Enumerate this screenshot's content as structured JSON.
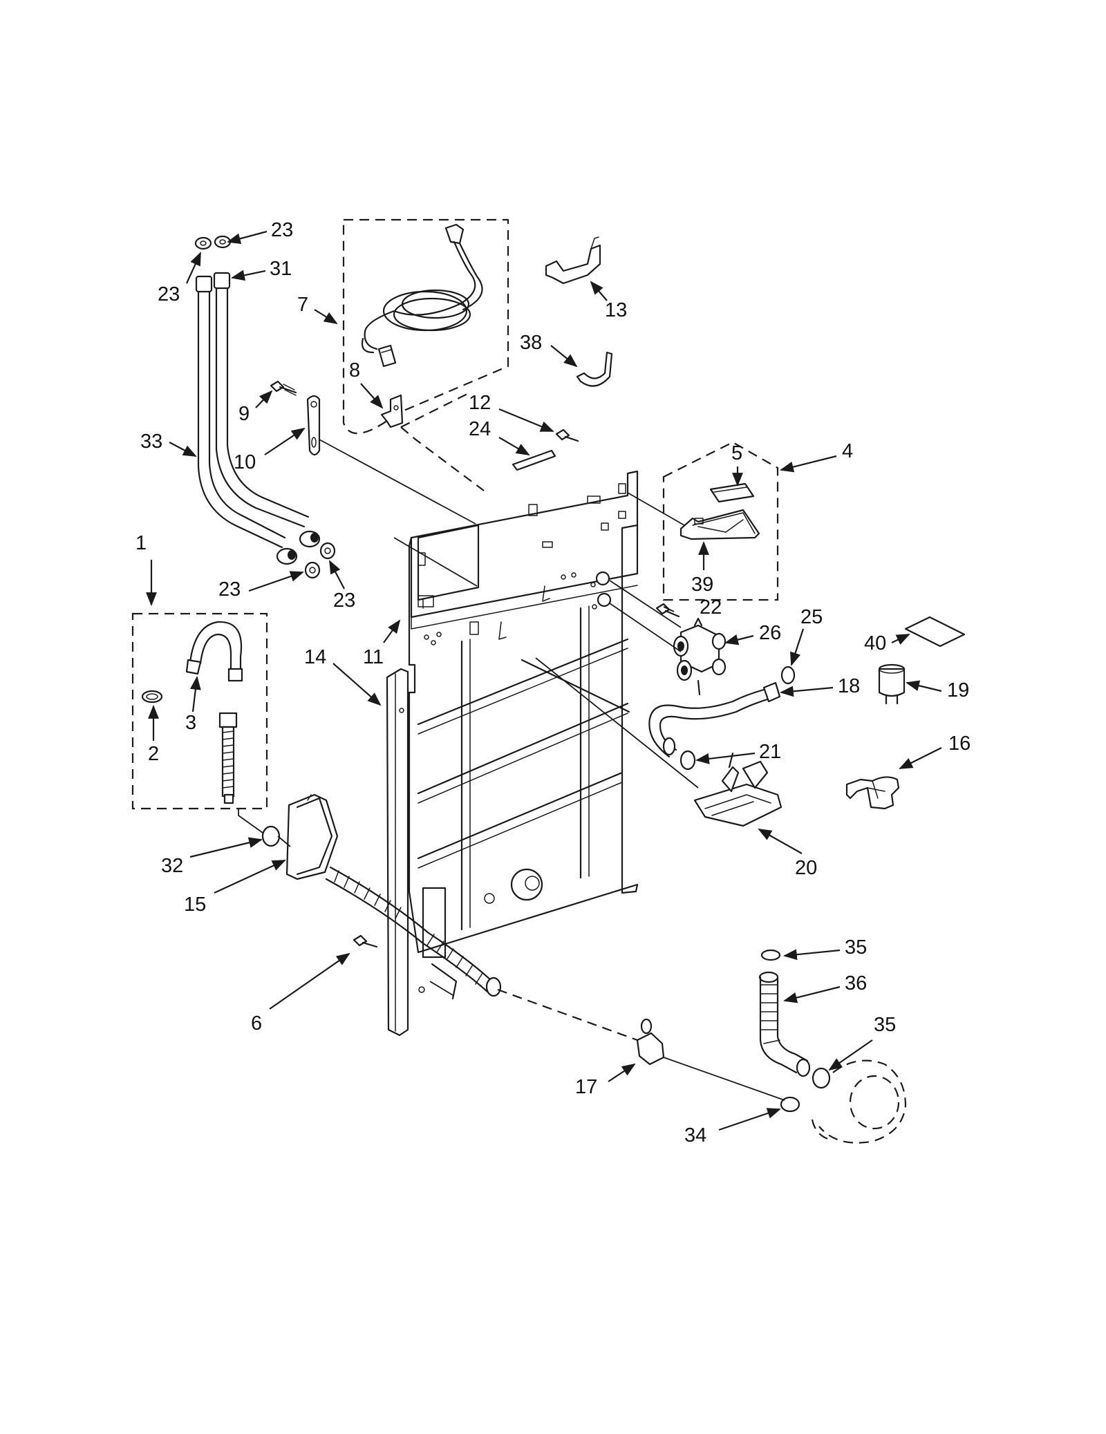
{
  "diagram": {
    "labels": [
      "1",
      "2",
      "3",
      "4",
      "5",
      "6",
      "7",
      "8",
      "9",
      "10",
      "11",
      "12",
      "13",
      "14",
      "15",
      "16",
      "17",
      "18",
      "19",
      "20",
      "21",
      "22",
      "23",
      "24",
      "25",
      "26",
      "31",
      "32",
      "33",
      "34",
      "35",
      "36",
      "38",
      "39",
      "40"
    ],
    "label_23_repeats": [
      "23",
      "23",
      "23",
      "23"
    ],
    "label_35_repeats": [
      "35",
      "35"
    ]
  }
}
